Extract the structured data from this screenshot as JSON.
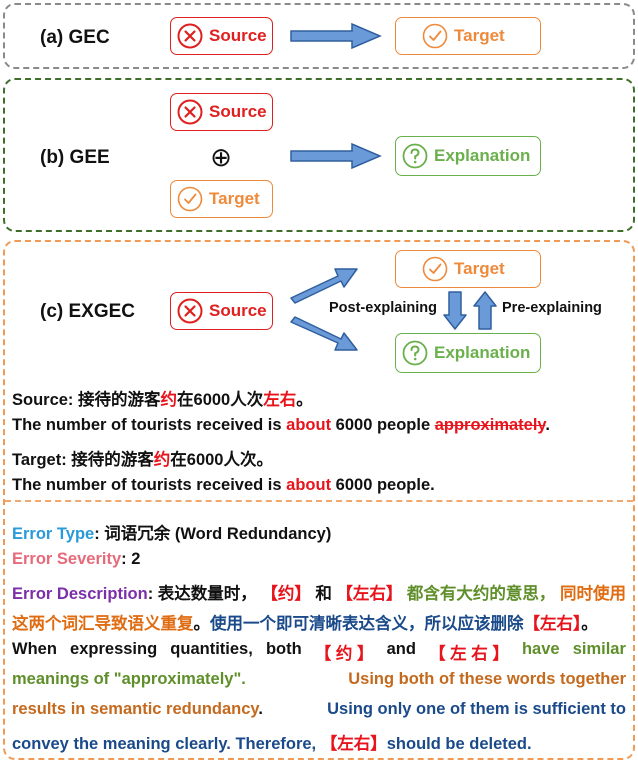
{
  "panel_a": {
    "label": "(a) GEC",
    "source": "Source",
    "target": "Target"
  },
  "panel_b": {
    "label": "(b) GEE",
    "source": "Source",
    "plus": "⊕",
    "target": "Target",
    "explanation": "Explanation"
  },
  "panel_c": {
    "label": "(c) EXGEC",
    "source": "Source",
    "target": "Target",
    "explanation": "Explanation",
    "post_explaining": "Post-explaining",
    "pre_explaining": "Pre-explaining"
  },
  "example": {
    "source_prefix": "Source: ",
    "source_zh_1": "接待的游客",
    "source_zh_red1": "约",
    "source_zh_2": "在6000人次",
    "source_zh_red2": "左右",
    "source_zh_end": "。",
    "source_en_1": "The number of tourists received is ",
    "source_en_red": "about",
    "source_en_2": " 6000 people ",
    "source_en_strike": "approximately",
    "source_en_end": ".",
    "target_prefix": "Target: ",
    "target_zh_1": "接待的游客",
    "target_zh_red": "约",
    "target_zh_2": "在6000人次。",
    "target_en_1": "The number of tourists received is ",
    "target_en_red": "about",
    "target_en_2": " 6000 people."
  },
  "explanation_text": {
    "type_label": "Error Type",
    "type_value": ": 词语冗余 (Word Redundancy)",
    "severity_label": "Error Severity",
    "severity_value": ": 2",
    "desc_label": "Error Description",
    "desc_colon": ": 表达数量时，",
    "desc_b1": "【约】",
    "desc_and": "和",
    "desc_b2": "【左右】",
    "desc_meaning": "都含有大约的意思，",
    "desc_result_a": "同时使用",
    "desc_result_b": "这两个词汇导致语义重复",
    "desc_period": "。",
    "desc_fix": "使用一个即可清晰表达含义，所以应该删除",
    "desc_b3": "【左右】",
    "desc_end": "。",
    "en_line1_words": [
      "When",
      "expressing",
      "quantities,",
      "both"
    ],
    "en_b1": "【 约 】",
    "en_and": "and",
    "en_b2": "【 左 右 】",
    "en_have": "have",
    "en_similar": "similar",
    "en_line2_green": "meanings of \"approximately\".",
    "en_line2_brown": "Using both of these words together",
    "en_line3_brown": "results in semantic redundancy",
    "en_line3_dot": ". ",
    "en_line3_navy": "Using only one of them is sufficient to",
    "en_line4_navy": "convey the meaning clearly. Therefore, ",
    "en_b3": "【左右】",
    "en_line4_end": "should be deleted."
  },
  "colors": {
    "source": "#e02020",
    "target": "#ee8a3c",
    "explanation": "#6ab04c",
    "arrow_fill": "#6a9ad8",
    "arrow_stroke": "#2f5f9e"
  },
  "icons": {
    "source": "x-circle-icon",
    "target": "check-circle-icon",
    "explanation": "question-circle-icon"
  }
}
